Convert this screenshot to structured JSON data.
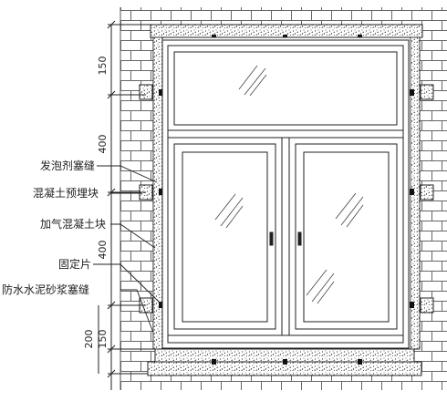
{
  "labels": {
    "foam_sealant": "发泡剂塞缝",
    "concrete_embedded_block": "混凝土预埋块",
    "aerated_concrete_block": "加气混凝土块",
    "fixing_plate": "固定片",
    "waterproof_mortar_seal": "防水水泥砂浆塞缝"
  },
  "dimensions": {
    "d1": "150",
    "d2": "400",
    "d3": "400",
    "d4": "150",
    "d5": "200"
  },
  "colors": {
    "line": "#222222",
    "brick": "#555555",
    "fill_grain": "#333333",
    "background": "#ffffff"
  }
}
